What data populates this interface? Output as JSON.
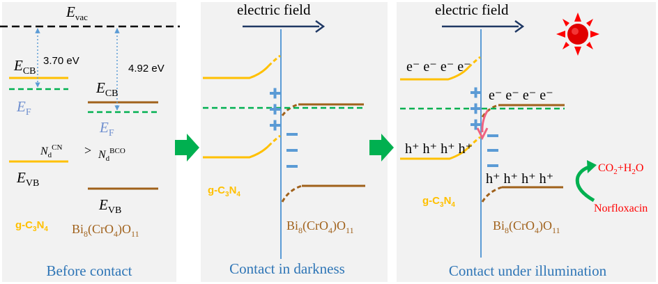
{
  "colors": {
    "panel_bg": "#f2f2f2",
    "gcn": "#ffc000",
    "bco": "#a0611b",
    "fermi": "#00b050",
    "field_line": "#5b9bd5",
    "field_arrow": "#1f3864",
    "charge": "#5b9bd5",
    "caption": "#2e75b6",
    "process_arrow": "#00b050",
    "sun": "#ff0000",
    "co2": "#ff0000",
    "reaction_arrow": "#00b050"
  },
  "panel1": {
    "vac": "E",
    "vac_sub": "vac",
    "gap_gcn": "3.70 eV",
    "gap_bco": "4.92 eV",
    "ecb": "E",
    "ecb_sub": "CB",
    "ef": "E",
    "ef_sub": "F",
    "evb": "E",
    "evb_sub": "VB",
    "nd": "N",
    "nd_sub": "d",
    "cn_sup": "CN",
    "bco_sup": "BCO",
    "gt": ">",
    "gcn_label": {
      "main": "g-C",
      "sub1": "3",
      "mid": "N",
      "sub2": "4"
    },
    "bco_label": {
      "main": "Bi",
      "sub1": "8",
      "mid": "(CrO",
      "sub2": "4",
      "mid2": ")O",
      "sub3": "11"
    },
    "caption": "Before contact"
  },
  "panel2": {
    "field": "electric field",
    "gcn_label": {
      "main": "g-C",
      "sub1": "3",
      "mid": "N",
      "sub2": "4"
    },
    "bco_label": {
      "main": "Bi",
      "sub1": "8",
      "mid": "(CrO",
      "sub2": "4",
      "mid2": ")O",
      "sub3": "11"
    },
    "caption": "Contact in darkness"
  },
  "panel3": {
    "field": "electric field",
    "electrons_gcn": "e⁻ e⁻ e⁻ e⁻",
    "electrons_bco": "e⁻ e⁻ e⁻ e⁻",
    "holes_gcn": "h⁺ h⁺ h⁺ h⁺",
    "holes_bco": "h⁺ h⁺ h⁺ h⁺",
    "co2": {
      "a": "CO",
      "sub1": "2",
      "b": "+H",
      "sub2": "2",
      "c": "O"
    },
    "norfloxacin": "Norfloxacin",
    "gcn_label": {
      "main": "g-C",
      "sub1": "3",
      "mid": "N",
      "sub2": "4"
    },
    "bco_label": {
      "main": "Bi",
      "sub1": "8",
      "mid": "(CrO",
      "sub2": "4",
      "mid2": ")O",
      "sub3": "11"
    },
    "caption": "Contact under illumination"
  }
}
